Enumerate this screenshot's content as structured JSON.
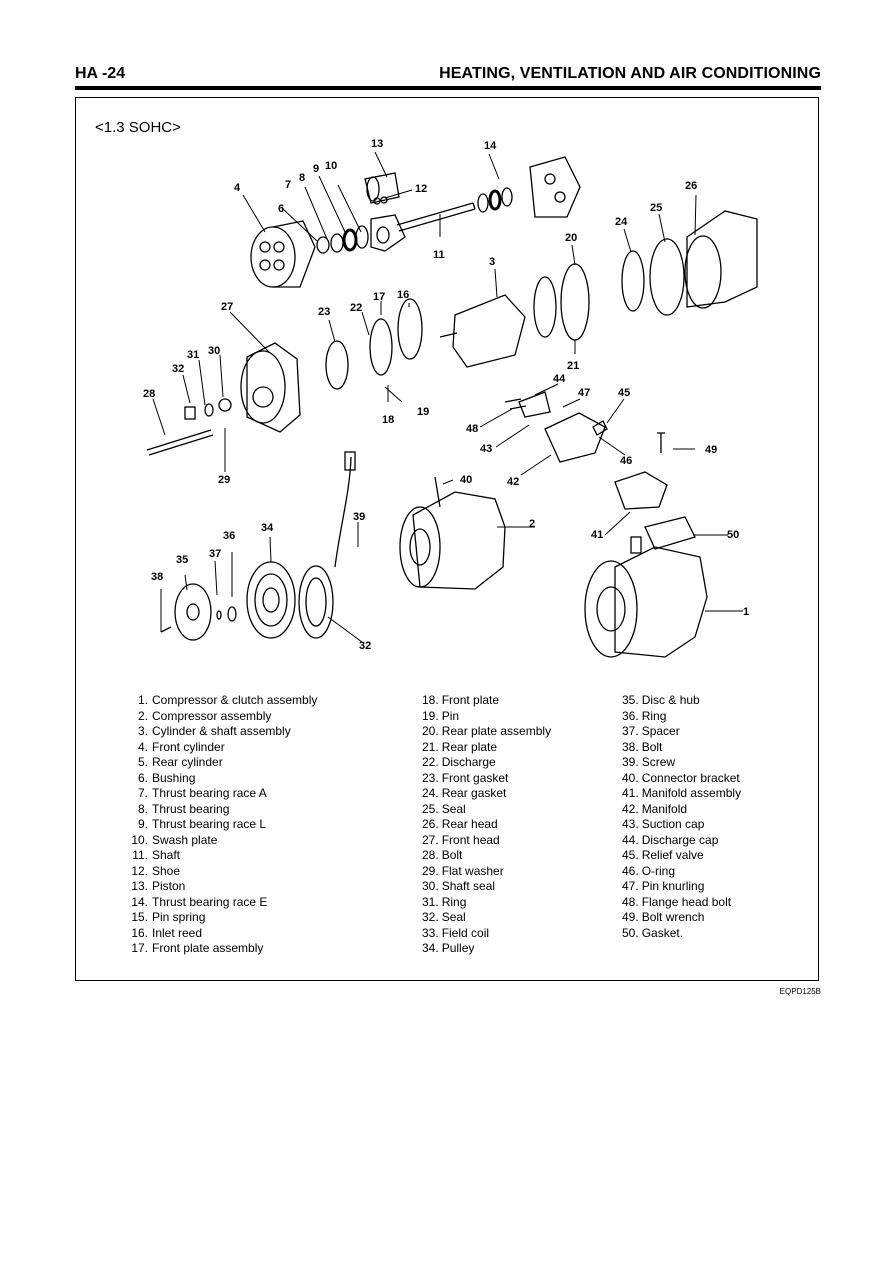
{
  "header": {
    "page_number": "HA -24",
    "section_title": "HEATING, VENTILATION AND AIR CONDITIONING"
  },
  "figure": {
    "label": "<1.3 SOHC>",
    "image_code": "EQPD125B",
    "callouts": [
      "13",
      "14",
      "9",
      "10",
      "8",
      "7",
      "12",
      "4",
      "6",
      "11",
      "26",
      "25",
      "24",
      "20",
      "3",
      "27",
      "17",
      "16",
      "23",
      "22",
      "21",
      "31",
      "30",
      "32",
      "28",
      "44",
      "47",
      "45",
      "48",
      "43",
      "18",
      "19",
      "49",
      "46",
      "29",
      "40",
      "42",
      "39",
      "2",
      "36",
      "34",
      "41",
      "50",
      "35",
      "37",
      "38",
      "1",
      "32"
    ]
  },
  "parts": {
    "column1": [
      {
        "num": "1.",
        "name": "Compressor & clutch assembly"
      },
      {
        "num": "2.",
        "name": "Compressor assembly"
      },
      {
        "num": "3.",
        "name": "Cylinder & shaft assembly"
      },
      {
        "num": "4.",
        "name": "Front cylinder"
      },
      {
        "num": "5.",
        "name": "Rear cylinder"
      },
      {
        "num": "6.",
        "name": "Bushing"
      },
      {
        "num": "7.",
        "name": "Thrust bearing race A"
      },
      {
        "num": "8.",
        "name": "Thrust bearing"
      },
      {
        "num": "9.",
        "name": "Thrust bearing race L"
      },
      {
        "num": "10.",
        "name": "Swash plate"
      },
      {
        "num": "11.",
        "name": "Shaft"
      },
      {
        "num": "12.",
        "name": "Shoe"
      },
      {
        "num": "13.",
        "name": "Piston"
      },
      {
        "num": "14.",
        "name": "Thrust bearing race E"
      },
      {
        "num": "15.",
        "name": "Pin spring"
      },
      {
        "num": "16.",
        "name": "Inlet reed"
      },
      {
        "num": "17.",
        "name": "Front plate assembly"
      }
    ],
    "column2": [
      {
        "num": "18.",
        "name": "Front plate"
      },
      {
        "num": "19.",
        "name": "Pin"
      },
      {
        "num": "20.",
        "name": "Rear plate assembly"
      },
      {
        "num": "21.",
        "name": "Rear plate"
      },
      {
        "num": "22.",
        "name": "Discharge"
      },
      {
        "num": "23.",
        "name": "Front gasket"
      },
      {
        "num": "24.",
        "name": "Rear gasket"
      },
      {
        "num": "25.",
        "name": "Seal"
      },
      {
        "num": "26.",
        "name": "Rear head"
      },
      {
        "num": "27.",
        "name": "Front head"
      },
      {
        "num": "28.",
        "name": "Bolt"
      },
      {
        "num": "29.",
        "name": "Flat washer"
      },
      {
        "num": "30.",
        "name": "Shaft seal"
      },
      {
        "num": "31.",
        "name": "Ring"
      },
      {
        "num": "32.",
        "name": "Seal"
      },
      {
        "num": "33.",
        "name": "Field coil"
      },
      {
        "num": "34.",
        "name": "Pulley"
      }
    ],
    "column3": [
      {
        "num": "35.",
        "name": "Disc & hub"
      },
      {
        "num": "36.",
        "name": "Ring"
      },
      {
        "num": "37.",
        "name": "Spacer"
      },
      {
        "num": "38.",
        "name": "Bolt"
      },
      {
        "num": "39.",
        "name": "Screw"
      },
      {
        "num": "40.",
        "name": "Connector bracket"
      },
      {
        "num": "41.",
        "name": "Manifold assembly"
      },
      {
        "num": "42.",
        "name": "Manifold"
      },
      {
        "num": "43.",
        "name": "Suction cap"
      },
      {
        "num": "44.",
        "name": "Discharge cap"
      },
      {
        "num": "45.",
        "name": "Relief valve"
      },
      {
        "num": "46.",
        "name": "O-ring"
      },
      {
        "num": "47.",
        "name": "Pin knurling"
      },
      {
        "num": "48.",
        "name": "Flange head bolt"
      },
      {
        "num": "49.",
        "name": "Bolt wrench"
      },
      {
        "num": "50.",
        "name": "Gasket."
      }
    ]
  }
}
